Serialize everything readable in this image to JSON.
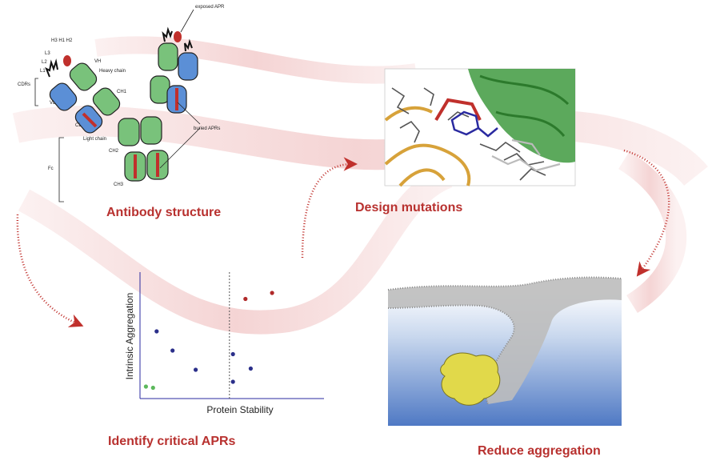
{
  "captions": {
    "antibody_structure": "Antibody structure",
    "design_mutations": "Design mutations",
    "identify_aprs": "Identify critical APRs",
    "reduce_aggregation": "Reduce aggregation"
  },
  "antibody_labels": {
    "exposed_apr": "exposed APR",
    "buried_aprs": "buried APRs",
    "heavy_chain": "Heavy chain",
    "light_chain": "Light chain",
    "cdrs": "CDRs",
    "h_loops": "H3 H1 H2",
    "l3": "L3",
    "l2": "L2",
    "l1": "L1",
    "vh": "VH",
    "vl": "VL",
    "ch1": "CH1",
    "cl": "CL",
    "ch2": "CH2",
    "ch3": "CH3",
    "fc": "Fc"
  },
  "colors": {
    "caption": "#b8312f",
    "arrow": "#c0302c",
    "swoosh": "#e8a0a0",
    "heavy_domain": "#79c27b",
    "light_domain": "#5b8fd6",
    "apr_stripe": "#c0302c",
    "point_blue": "#2b2f8a",
    "point_red": "#b02a2a",
    "point_green": "#5cb85c",
    "axis": "#2a2aa0",
    "membrane_top": "#ffffff",
    "membrane_bottom": "#4f79c4",
    "protein": "#e1d94a"
  },
  "chart_data": {
    "type": "scatter",
    "xlabel": "Protein Stability",
    "ylabel": "Intrinsic Aggregation",
    "xlim": [
      0,
      10
    ],
    "ylim": [
      0,
      10
    ],
    "threshold_x": 4.9,
    "grid": false,
    "series": [
      {
        "color": "blue",
        "points": [
          [
            0.8,
            5.4
          ],
          [
            1.7,
            3.8
          ],
          [
            3.0,
            2.2
          ],
          [
            5.1,
            3.5
          ],
          [
            6.1,
            2.3
          ],
          [
            5.1,
            1.2
          ]
        ]
      },
      {
        "color": "red",
        "points": [
          [
            5.8,
            8.1
          ],
          [
            7.3,
            8.6
          ]
        ]
      },
      {
        "color": "green",
        "points": [
          [
            0.2,
            0.8
          ],
          [
            0.6,
            0.7
          ]
        ]
      }
    ]
  }
}
